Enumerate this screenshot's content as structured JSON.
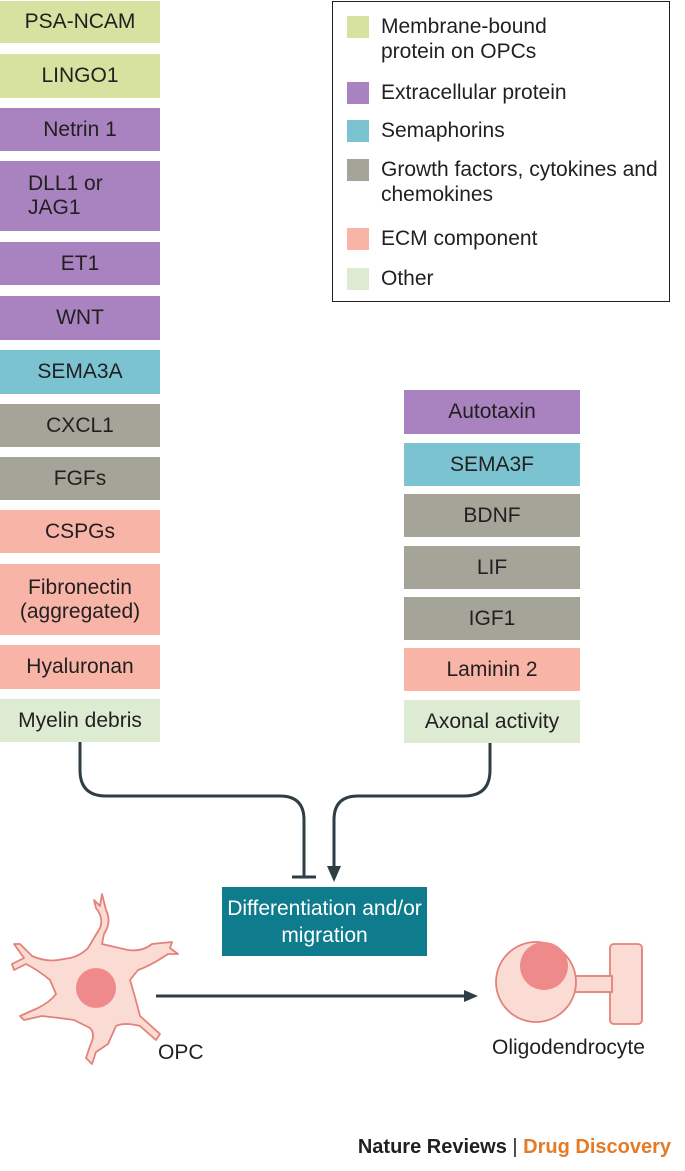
{
  "colors": {
    "membrane": "#d7e2a0",
    "extracellular": "#a883bf",
    "semaphorins": "#7bc3d1",
    "growth": "#a4a498",
    "ecm": "#f7b4a7",
    "other": "#ddebd3",
    "diff_box": "#0f7c8e",
    "cell_fill": "#fbdcd5",
    "cell_nucleus": "#ef8a8a",
    "stroke": "#2f3d45",
    "drug_discovery": "#e37b28"
  },
  "legend": [
    {
      "label": "Membrane-bound protein on OPCs",
      "color": "#d7e2a0"
    },
    {
      "label": "Extracellular protein",
      "color": "#a883bf"
    },
    {
      "label": "Semaphorins",
      "color": "#7bc3d1"
    },
    {
      "label": "Growth factors, cytokines and chemokines",
      "color": "#a4a498"
    },
    {
      "label": "ECM component",
      "color": "#f7b4a7"
    },
    {
      "label": "Other",
      "color": "#ddebd3"
    }
  ],
  "inhibitors": [
    {
      "label": "PSA-NCAM",
      "category": "membrane"
    },
    {
      "label": "LINGO1",
      "category": "membrane"
    },
    {
      "label": "Netrin 1",
      "category": "extracellular"
    },
    {
      "label": "DLL1 or JAG1",
      "category": "extracellular"
    },
    {
      "label": "ET1",
      "category": "extracellular"
    },
    {
      "label": "WNT",
      "category": "extracellular"
    },
    {
      "label": "SEMA3A",
      "category": "semaphorins"
    },
    {
      "label": "CXCL1",
      "category": "growth"
    },
    {
      "label": "FGFs",
      "category": "growth"
    },
    {
      "label": "CSPGs",
      "category": "ecm"
    },
    {
      "label": "Fibronectin (aggregated)",
      "category": "ecm"
    },
    {
      "label": "Hyaluronan",
      "category": "ecm"
    },
    {
      "label": "Myelin debris",
      "category": "other"
    }
  ],
  "promoters": [
    {
      "label": "Autotaxin",
      "category": "extracellular"
    },
    {
      "label": "SEMA3F",
      "category": "semaphorins"
    },
    {
      "label": "BDNF",
      "category": "growth"
    },
    {
      "label": "LIF",
      "category": "growth"
    },
    {
      "label": "IGF1",
      "category": "growth"
    },
    {
      "label": "Laminin 2",
      "category": "ecm"
    },
    {
      "label": "Axonal activity",
      "category": "other"
    }
  ],
  "process": {
    "label": "Differentiation and/or migration"
  },
  "cells": {
    "opc": "OPC",
    "oligodendrocyte": "Oligodendrocyte"
  },
  "footer": {
    "journal": "Nature Reviews",
    "separator": "|",
    "section": "Drug Discovery"
  }
}
